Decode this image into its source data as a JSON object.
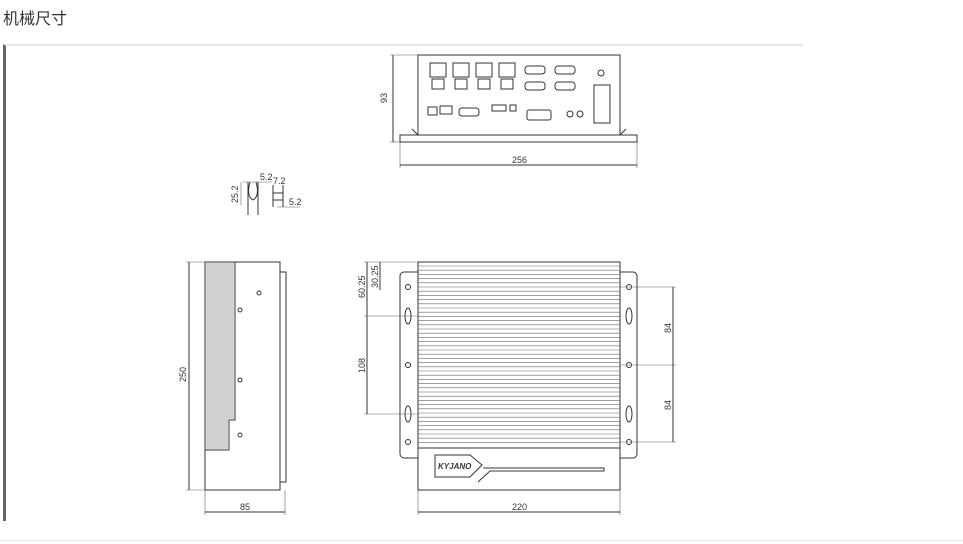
{
  "page": {
    "title": "机械尺寸"
  },
  "drawing": {
    "logo_text": "KYJANO",
    "dimensions": {
      "front_height": "93",
      "front_width": "256",
      "slot_width": "5.2",
      "slot_height": "25.2",
      "slot_side_width": "7.2",
      "slot_side_gap": "5.2",
      "side_height": "250",
      "side_depth": "85",
      "bottom_width": "220",
      "offset_top_1": "60.25",
      "offset_top_2": "30.25",
      "hole_spacing_left": "108",
      "hole_spacing_right_1": "84",
      "hole_spacing_right_2": "84"
    }
  }
}
